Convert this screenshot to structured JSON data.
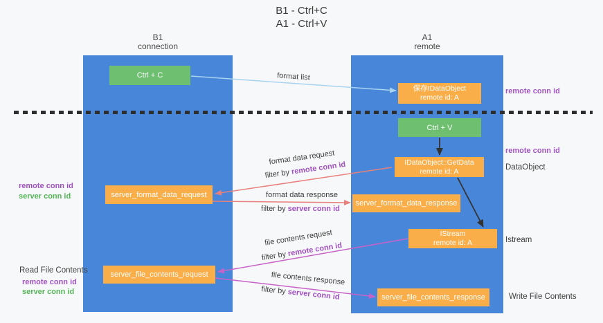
{
  "title": {
    "line1": "B1 - Ctrl+C",
    "line2": "A1 - Ctrl+V"
  },
  "lanes": {
    "left": {
      "title": "B1",
      "subtitle": "connection"
    },
    "right": {
      "title": "A1",
      "subtitle": "remote"
    }
  },
  "nodes": {
    "ctrl_c": {
      "label": "Ctrl + C"
    },
    "save_dataobject": {
      "line1": "保存IDataObject",
      "line2": "remote id: A"
    },
    "ctrl_v": {
      "label": "Ctrl + V"
    },
    "getdata": {
      "line1": "IDataObject::GetData",
      "line2": "remote id: A"
    },
    "server_format_data_request": {
      "label": "server_format_data_request"
    },
    "server_format_data_response": {
      "label": "server_format_data_response"
    },
    "istream": {
      "line1": "IStream",
      "line2": "remote id: A"
    },
    "server_file_contents_request": {
      "label": "server_file_contents_request"
    },
    "server_file_contents_response": {
      "label": "server_file_contents_response"
    }
  },
  "arrow_labels": {
    "format_list": "format list",
    "format_data_request": "format data request",
    "format_data_request_filter_prefix": "filter by ",
    "format_data_request_filter_key": "remote conn id",
    "format_data_response": "format data response",
    "format_data_response_filter_prefix": "filter by ",
    "format_data_response_filter_key": "server conn id",
    "file_contents_request": "file contents request",
    "file_contents_request_filter_prefix": "filter by ",
    "file_contents_request_filter_key": "remote conn id",
    "file_contents_response": "file contents response",
    "file_contents_response_filter_prefix": "filter by ",
    "file_contents_response_filter_key": "server conn id"
  },
  "side_labels": {
    "right_remote_conn_id_top": "remote conn id",
    "right_remote_conn_id_mid": "remote conn id",
    "right_dataobject": "DataObject",
    "right_istream": "Istream",
    "right_write_file_contents": "Write File Contents",
    "left_remote_conn_id_mid": "remote conn id",
    "left_server_conn_id_mid": "server conn id",
    "left_read_file_contents": "Read File Contents",
    "left_remote_conn_id_bottom": "remote conn id",
    "left_server_conn_id_bottom": "server conn id"
  },
  "colors": {
    "lane_blue": "#4886d9",
    "node_green": "#6ebf70",
    "node_orange": "#f9ae4a",
    "arrow_light_blue": "#a8d3f0",
    "arrow_red": "#e8807c",
    "arrow_magenta": "#c763c8",
    "arrow_black": "#333333",
    "text_purple": "#a052c0",
    "text_green": "#53b556",
    "background": "#f7f8f9"
  }
}
